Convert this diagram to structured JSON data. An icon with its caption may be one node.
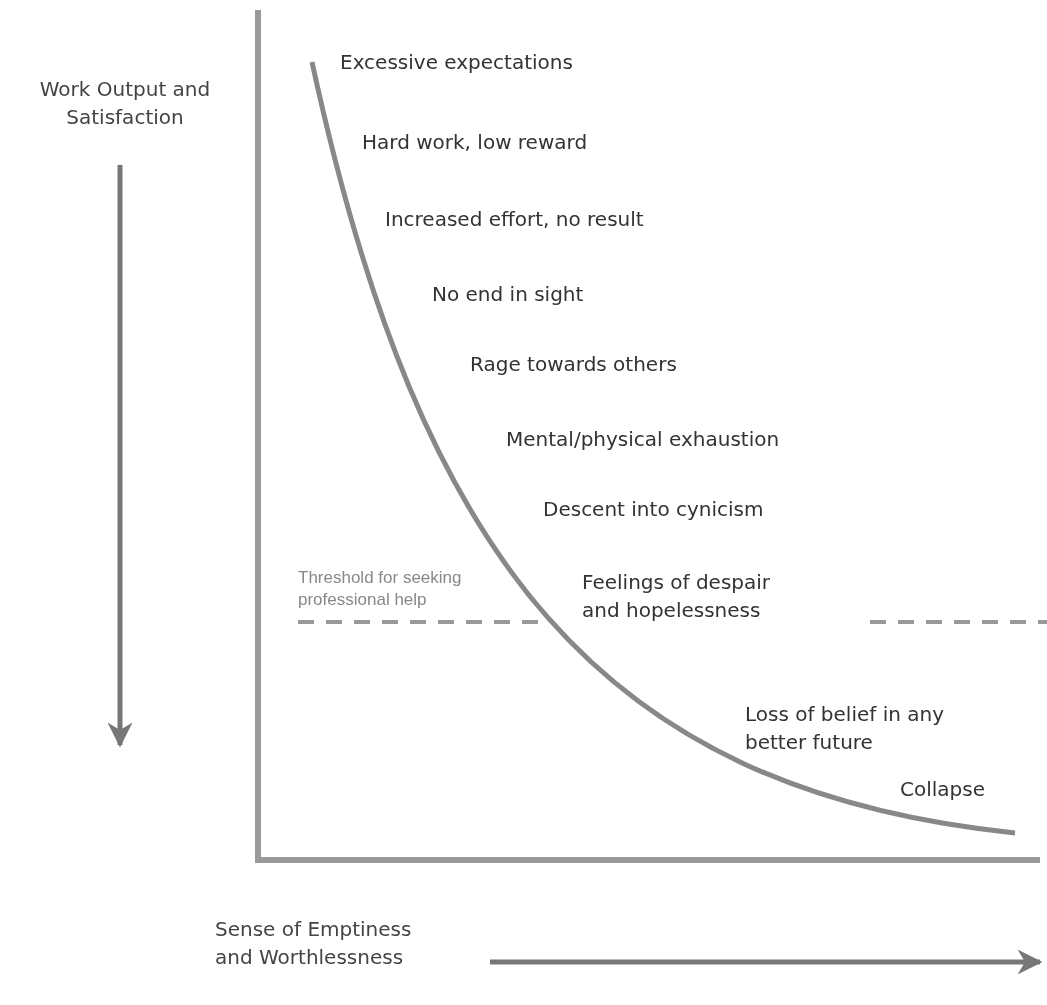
{
  "diagram": {
    "labels": [
      "Excessive expectations",
      "Work Output and Satisfaction",
      "Hard work, low reward",
      "Increased effort, no result",
      "No end in sight",
      "Rage towards others",
      "Mental/physical exhaustion",
      "Descent into cynicism",
      "Threshold for seeking professional help",
      "Feelings of despair and hopelessness",
      "Loss of belief in any better future",
      "Collapse",
      "Sense of Emptiness and Worthlessness"
    ]
  }
}
